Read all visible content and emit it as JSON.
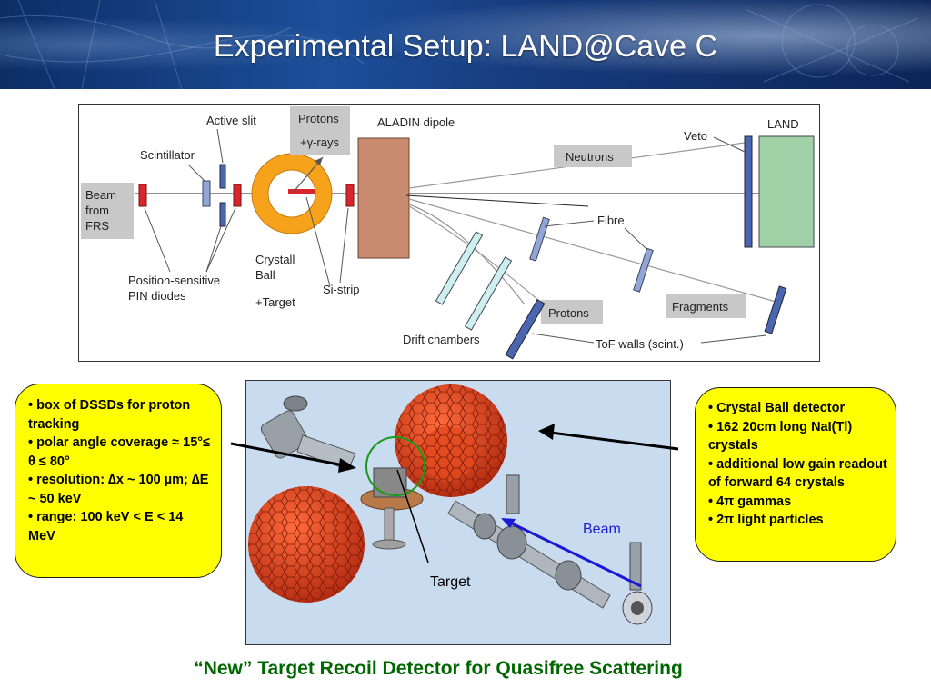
{
  "header": {
    "title": "Experimental Setup: LAND@Cave C"
  },
  "schematic": {
    "beam_source": [
      "Beam",
      "from",
      "FRS"
    ],
    "active_slit": "Active slit",
    "scintillator": "Scintillator",
    "protons_gamma": [
      "Protons",
      "+γ-rays"
    ],
    "aladin": "ALADIN dipole",
    "veto": "Veto",
    "land": "LAND",
    "neutrons": "Neutrons",
    "fibre": "Fibre",
    "crystal_ball": [
      "Crystall",
      "Ball"
    ],
    "target_label": "+Target",
    "si_strip": "Si-strip",
    "pin_diodes": [
      "Position-sensitive",
      "PIN diodes"
    ],
    "drift_chambers": "Drift chambers",
    "protons_box": "Protons",
    "fragments": "Fragments",
    "tof_walls": "ToF walls (scint.)"
  },
  "photo": {
    "beam_label": "Beam",
    "target_label": "Target"
  },
  "callout_left": [
    "• box of DSSDs for proton tracking",
    "• polar angle coverage ≈ 15°≤ θ ≤ 80°",
    "• resolution: ∆x ~ 100 µm; ∆E ~ 50 keV",
    "• range: 100 keV < E < 14 MeV"
  ],
  "callout_right": [
    "• Crystal Ball detector",
    "• 162 20cm long NaI(Tl) crystals",
    "• additional low gain readout of forward 64 crystals",
    "• 4π gammas",
    "• 2π light particles"
  ],
  "caption": "“New” Target Recoil Detector for Quasifree Scattering",
  "colors": {
    "header_blue": "#16397a",
    "callout_yellow": "#ffff00",
    "caption_green": "#006600",
    "crystal_orange": "#f7a21b",
    "aladin_brown": "#c98b70",
    "land_green": "#9fd0a6",
    "label_gray": "#c8c8c8",
    "detector_blue": "#4a66b0",
    "detector_red": "#d9262b",
    "beam_arrow_blue": "#1a1ad6"
  }
}
